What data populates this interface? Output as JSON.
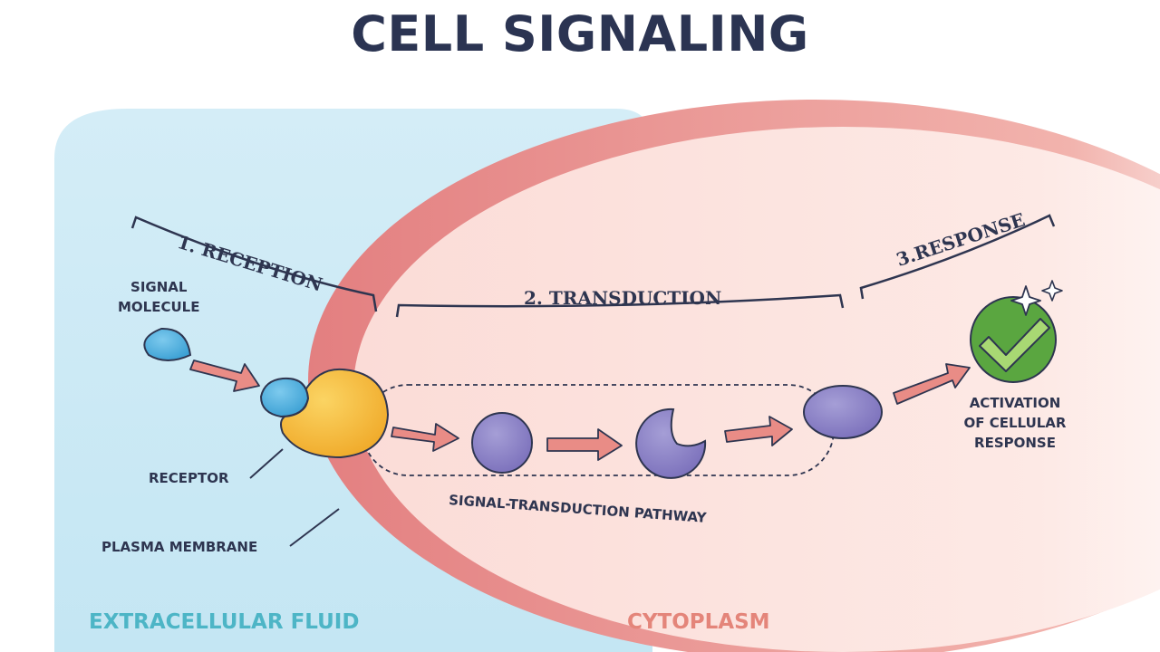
{
  "title": "CELL SIGNALING",
  "stages": {
    "reception": "1. RECEPTION",
    "transduction": "2. TRANSDUCTION",
    "response": "3.RESPONSE"
  },
  "labels": {
    "signal_molecule": "SIGNAL\nMOLECULE",
    "receptor": "RECEPTOR",
    "plasma_membrane": "PLASMA MEMBRANE",
    "pathway": "SIGNAL-TRANSDUCTION PATHWAY",
    "activation": "ACTIVATION\nOF CELLULAR\nRESPONSE"
  },
  "regions": {
    "extracellular": "EXTRACELLULAR FLUID",
    "cytoplasm": "CYTOPLASM"
  },
  "colors": {
    "extracellular_fluid": "#cdeaf5",
    "membrane": "#e48c8c",
    "cytoplasm": "#fbe3df",
    "receptor": "#f7c13f",
    "signal_molecule": "#4fb0dd",
    "relay_protein": "#8b82c6",
    "arrow": "#e98c86",
    "check_circle": "#5aa640",
    "extracellular_text": "#4db5c6",
    "cytoplasm_text": "#e4857a",
    "title_text": "#2b3452"
  }
}
